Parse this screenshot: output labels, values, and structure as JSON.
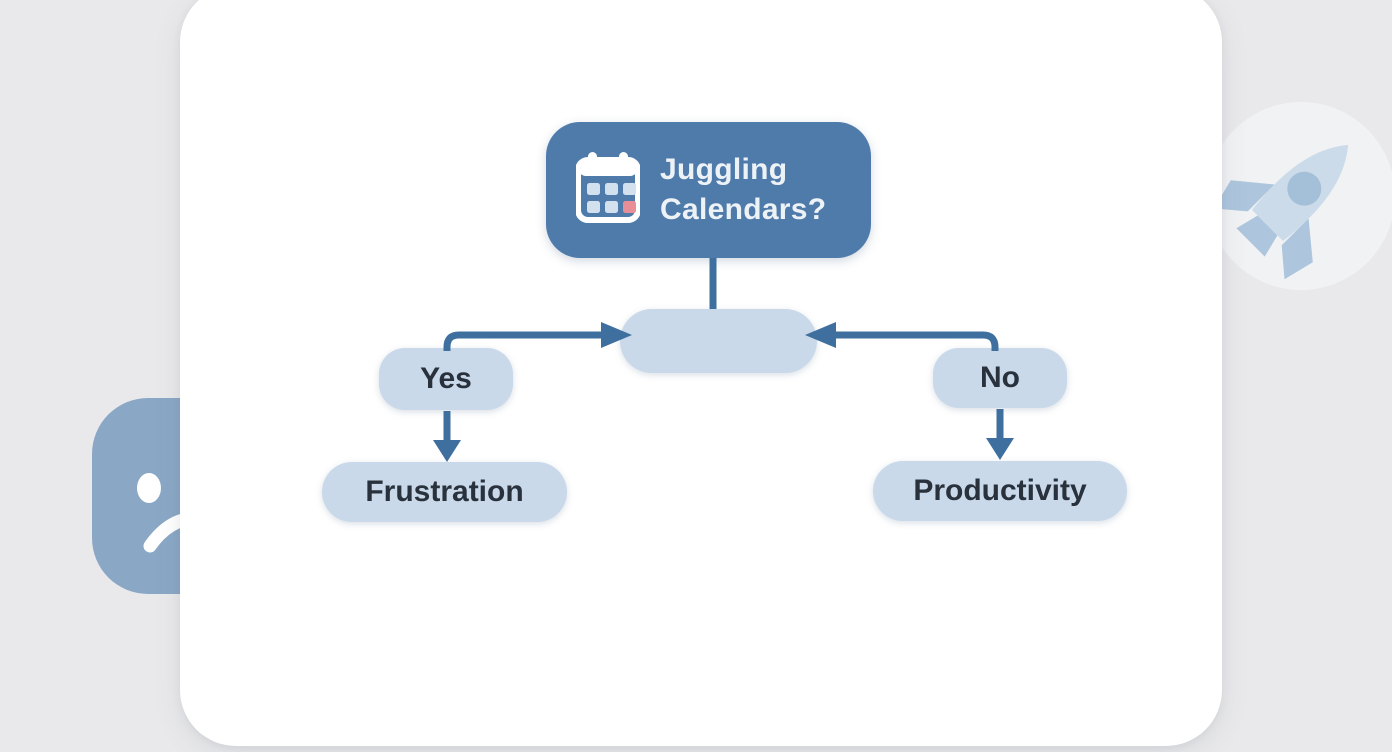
{
  "colors": {
    "bg": "#e9e9eb",
    "card": "#ffffff",
    "node-dark": "#4f7bab",
    "node-light": "#c9d9ea",
    "arrow": "#3e6f9e",
    "text-dark": "#28313c",
    "text-light": "#edf2f7",
    "deco-blue": "#8aa8c6",
    "rocket-body": "#ccdbe9",
    "rocket-fin": "#adc6dd",
    "rocket-window": "#a4c0d8",
    "rocket-halo": "#f1f2f4",
    "calendar-cell": "#d3e0ee",
    "calendar-pink": "#e78e97"
  },
  "flowchart": {
    "root": {
      "label_line1": "Juggling",
      "label_line2": "Calendars?",
      "icon": "calendar-icon"
    },
    "decision": {
      "label": ""
    },
    "branches": [
      {
        "answer": "Yes",
        "outcome": "Frustration"
      },
      {
        "answer": "No",
        "outcome": "Productivity"
      }
    ]
  },
  "decorations": {
    "left": "sad-face-icon",
    "right": "rocket-icon"
  }
}
